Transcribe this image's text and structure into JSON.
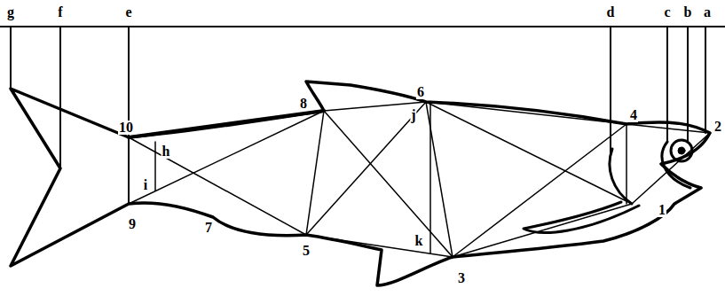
{
  "diagram": {
    "labels": [
      "g",
      "f",
      "e",
      "d",
      "c",
      "b",
      "a",
      "2",
      "4",
      "6",
      "8",
      "10",
      "h",
      "i",
      "j",
      "9",
      "7",
      "5",
      "k",
      "3",
      "1"
    ]
  }
}
